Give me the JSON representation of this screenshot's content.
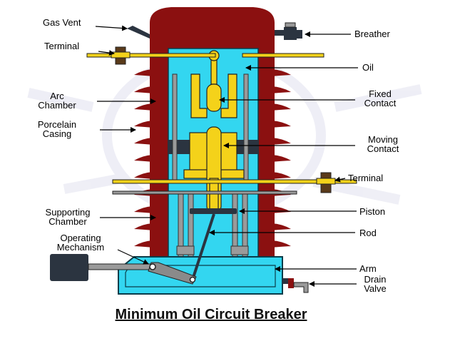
{
  "title": "Minimum Oil Circuit Breaker",
  "labels": {
    "gas_vent": "Gas Vent",
    "terminal_top": "Terminal",
    "arc_chamber": [
      "Arc",
      "Chamber"
    ],
    "porcelain_casing": [
      "Porcelain",
      "Casing"
    ],
    "supporting_chamber": [
      "Supporting",
      "Chamber"
    ],
    "operating_mechanism": [
      "Operating",
      "Mechanism"
    ],
    "breather": "Breather",
    "oil": "Oil",
    "fixed_contact": [
      "Fixed",
      "Contact"
    ],
    "moving_contact": [
      "Moving",
      "Contact"
    ],
    "terminal_right": "Terminal",
    "piston": "Piston",
    "rod": "Rod",
    "arm": "Arm",
    "drain_valve": [
      "Drain",
      "Valve"
    ]
  },
  "colors": {
    "porcelain": "#8b1010",
    "oil": "#33d6f0",
    "contact": "#f4d21a",
    "gray": "#9a9a9a",
    "dark": "#2b3440"
  }
}
